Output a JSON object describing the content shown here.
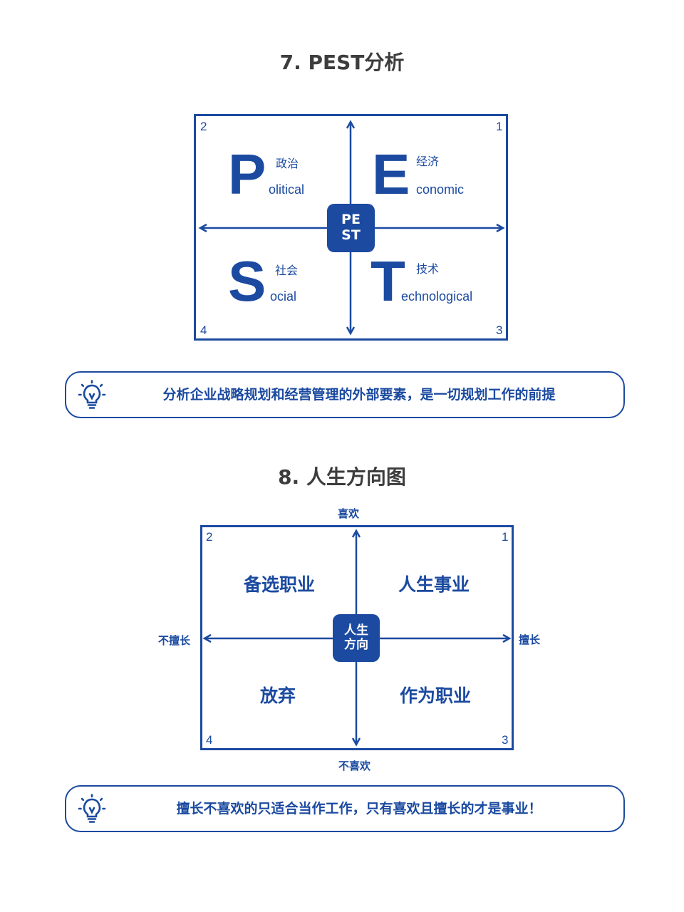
{
  "pest": {
    "title": "7. PEST分析",
    "corners": [
      "1",
      "2",
      "3",
      "4"
    ],
    "center": [
      "PE",
      "ST"
    ],
    "quadrants": {
      "p": {
        "letter": "P",
        "cn": "政治",
        "en": "olitical"
      },
      "e": {
        "letter": "E",
        "cn": "经济",
        "en": "conomic"
      },
      "s": {
        "letter": "S",
        "cn": "社会",
        "en": "ocial"
      },
      "t": {
        "letter": "T",
        "cn": "技术",
        "en": "echnological"
      }
    },
    "tip": "分析企业战略规划和经营管理的外部要素，是一切规划工作的前提"
  },
  "life": {
    "title": "8. 人生方向图",
    "corners": [
      "1",
      "2",
      "3",
      "4"
    ],
    "center": [
      "人生",
      "方向"
    ],
    "axes": {
      "top": "喜欢",
      "bottom": "不喜欢",
      "left": "不擅长",
      "right": "擅长"
    },
    "quadrants": {
      "q1": "人生事业",
      "q2": "备选职业",
      "q3": "作为职业",
      "q4": "放弃"
    },
    "tip": "擅长不喜欢的只适合当作工作，只有喜欢且擅长的才是事业！"
  },
  "colors": {
    "accent": "#1b4aa0",
    "title": "#3d3d3d"
  },
  "icons": {
    "tip": "lightbulb-icon",
    "arrow": "arrowhead-icon"
  }
}
